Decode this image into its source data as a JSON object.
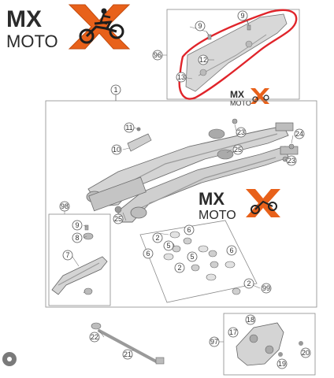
{
  "colors": {
    "accent": "#e8611a",
    "highlight": "#e0242a",
    "line": "#6e6e6e",
    "part_fill": "#d4d4d4",
    "part_dark": "#9a9a9a",
    "callout_stroke": "#555555",
    "logo_text": "#2b2b2b"
  },
  "logo": {
    "mx": "MX",
    "moto": "MOTO"
  },
  "watermark": {
    "mx": "MX",
    "moto": "MOTO"
  },
  "icons": {
    "logo_mark": "rider-on-x-icon",
    "watermark_mark": "rider-on-x-icon"
  },
  "callouts": {
    "c1": "1",
    "c2a": "2",
    "c2b": "2",
    "c2c": "2",
    "c5a": "5",
    "c5b": "5",
    "c6a": "6",
    "c6b": "6",
    "c6c": "6",
    "c7": "7",
    "c8": "8",
    "c9a": "9",
    "c9b": "9",
    "c9c": "9",
    "c10": "10",
    "c11": "11",
    "c12": "12",
    "c13": "13",
    "c17": "17",
    "c18": "18",
    "c19": "19",
    "c20": "20",
    "c21": "21",
    "c22": "22",
    "c23a": "23",
    "c23b": "23",
    "c24": "24",
    "c25a": "25",
    "c25b": "25",
    "c96": "96",
    "c97": "97",
    "c98": "98",
    "c99": "99"
  }
}
